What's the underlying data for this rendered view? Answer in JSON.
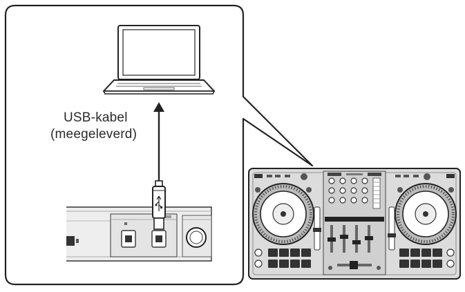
{
  "diagram": {
    "cable_label_line1": "USB-kabel",
    "cable_label_line2": "(meegeleverd)",
    "nodes": [
      {
        "id": "computer",
        "icon": "laptop-icon"
      },
      {
        "id": "usb-cable",
        "icon": "usb-plug-icon"
      },
      {
        "id": "usb-panel",
        "icon": "usb-port-panel"
      },
      {
        "id": "controller",
        "icon": "dj-controller-icon"
      }
    ],
    "edges": [
      {
        "from": "usb-cable",
        "to": "computer",
        "style": "arrow"
      }
    ]
  },
  "colors": {
    "line": "#222222",
    "panel_fill": "#eeeeee",
    "device_fill": "#dcdcdc",
    "background": "#ffffff"
  }
}
